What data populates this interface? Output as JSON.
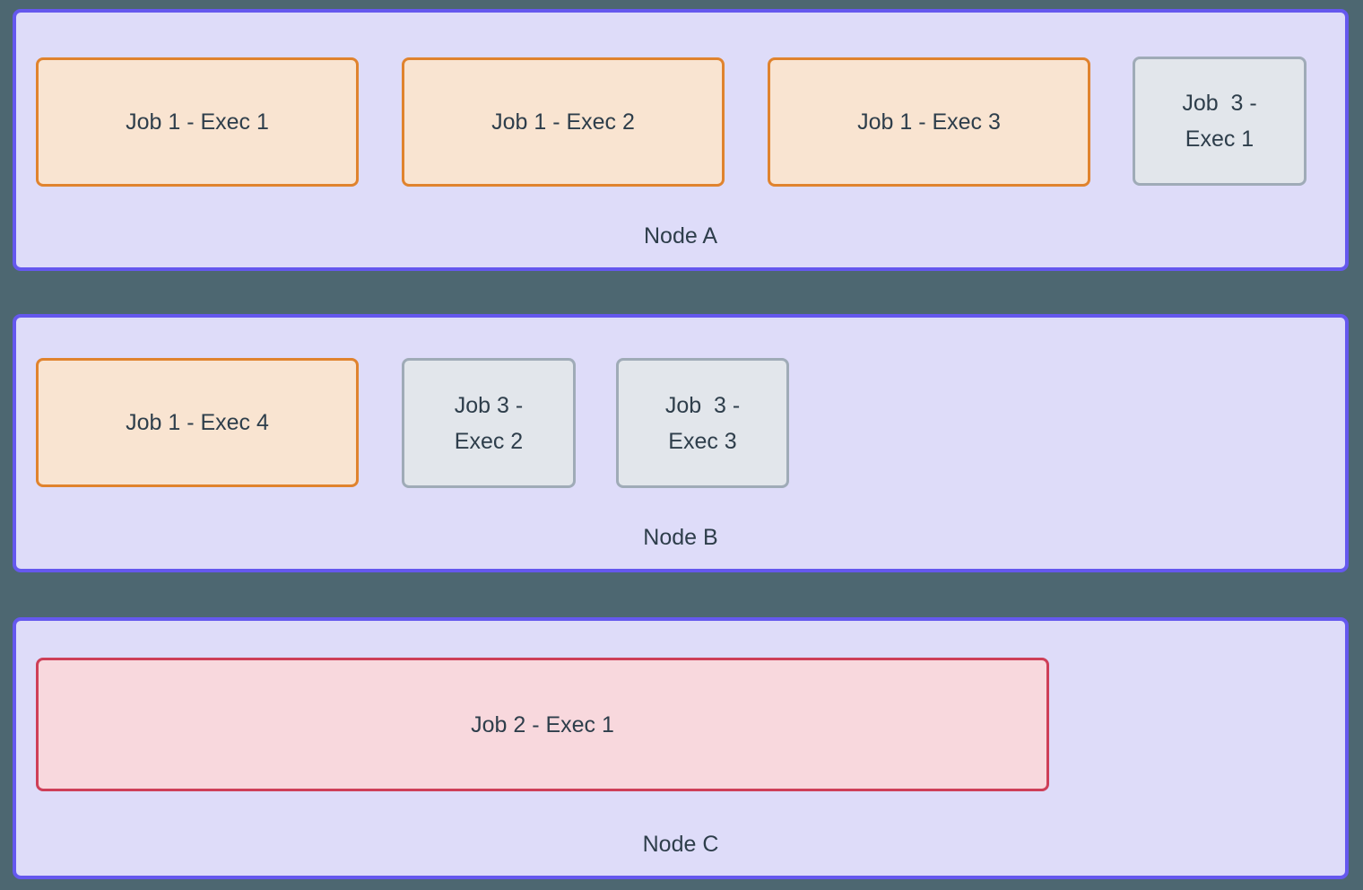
{
  "colors": {
    "page_background": "#4d6771",
    "node_fill": "#dedcf9",
    "node_border": "#6558ee",
    "job1_fill": "#f9e4d1",
    "job1_border": "#e0832e",
    "job2_fill": "#f8d8dd",
    "job2_border": "#ce3f58",
    "job3_fill": "#e2e6eb",
    "job3_border": "#9fabb7",
    "text": "#2e3e4b"
  },
  "nodes": [
    {
      "label": "Node A",
      "jobs": [
        {
          "label": "Job 1 - Exec 1",
          "type": "job1"
        },
        {
          "label": "Job 1 - Exec 2",
          "type": "job1"
        },
        {
          "label": "Job 1 - Exec 3",
          "type": "job1"
        },
        {
          "label": "Job  3 -\nExec 1",
          "type": "job3"
        }
      ]
    },
    {
      "label": "Node B",
      "jobs": [
        {
          "label": "Job 1 - Exec 4",
          "type": "job1"
        },
        {
          "label": "Job 3 -\nExec 2",
          "type": "job3"
        },
        {
          "label": "Job  3 -\nExec 3",
          "type": "job3"
        }
      ]
    },
    {
      "label": "Node C",
      "jobs": [
        {
          "label": "Job 2 - Exec 1",
          "type": "job2"
        }
      ]
    }
  ]
}
